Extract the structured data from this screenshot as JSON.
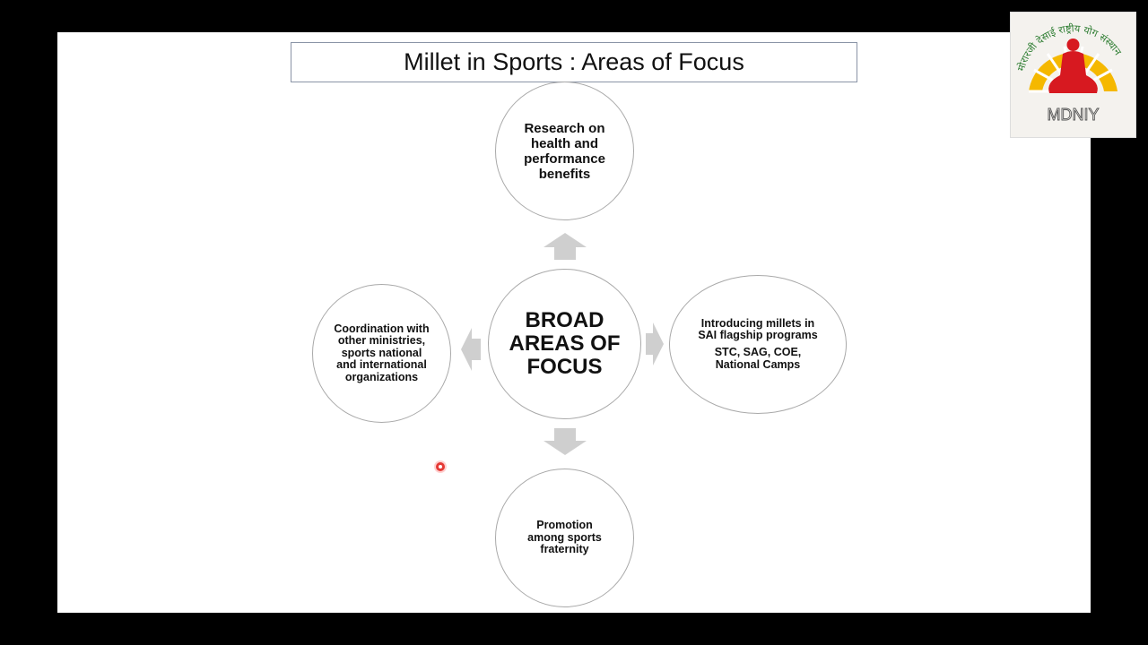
{
  "slide": {
    "title": "Millet in Sports : Areas of Focus"
  },
  "diagram": {
    "center": "BROAD AREAS OF FOCUS",
    "top": "Research on health and performance benefits",
    "right_line1": "Introducing millets in SAI flagship programs",
    "right_line2": "STC, SAG, COE, National Camps",
    "bottom": "Promotion among sports fraternity",
    "left": "Coordination with other ministries, sports national and international organizations"
  },
  "logo": {
    "text": "MDNIY",
    "arc_text": "मोरारजी देसाई राष्ट्रीय योग संस्थान",
    "icon": "meditating-figure-icon"
  },
  "colors": {
    "arrow": "#cfcfcf",
    "circle_border": "#a9a9a9",
    "logo_red": "#d71920",
    "logo_yellow": "#f5b800"
  }
}
